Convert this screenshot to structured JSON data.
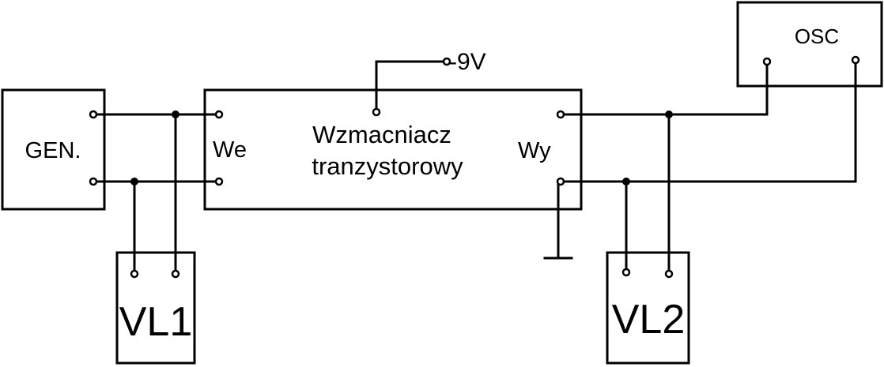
{
  "blocks": {
    "generator": {
      "label": "GEN."
    },
    "amplifier": {
      "line1": "Wzmacniacz",
      "line2": "tranzystorowy",
      "input_label": "We",
      "output_label": "Wy"
    },
    "oscilloscope": {
      "label": "OSC"
    },
    "voltmeter1": {
      "label": "VL1"
    },
    "voltmeter2": {
      "label": "VL2"
    }
  },
  "supply": {
    "label": "-9V"
  }
}
